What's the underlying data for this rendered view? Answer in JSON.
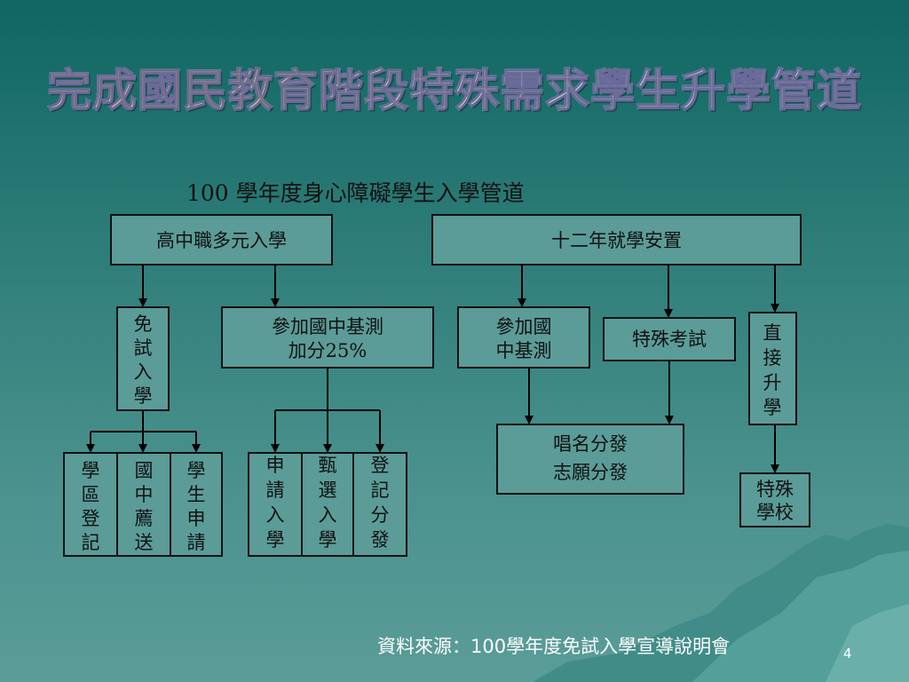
{
  "slide": {
    "title": "完成國民教育階段特殊需求學生升學管道",
    "footer": "資料來源：100學年度免試入學宣導說明會",
    "page_number": "4"
  },
  "colors": {
    "background_top": "#0f6662",
    "background_bottom": "#5a9c98",
    "box_fill": "#5b9c98",
    "box_border": "#111111"
  },
  "diagram": {
    "heading": "100  學年度身心障礙學生入學管道",
    "nodes": {
      "high_school_multi": "高中職多元入學",
      "twelve_year": "十二年就學安置",
      "exam_free": "免試入學",
      "basic_test_bonus": [
        "參加國中基測",
        "加分25%"
      ],
      "basic_test": [
        "參加國",
        "中基測"
      ],
      "special_exam": "特殊考試",
      "direct_promotion": "直接升學",
      "district_register": "學區登記",
      "junior_recommend": "國中薦送",
      "student_apply": "學生申請",
      "apply_admission": "申請入學",
      "selection_admission": "甄選入學",
      "register_allocation": "登記分發",
      "allocation": [
        "唱名分發",
        "志願分發"
      ],
      "special_school": [
        "特殊",
        "學校"
      ]
    }
  }
}
